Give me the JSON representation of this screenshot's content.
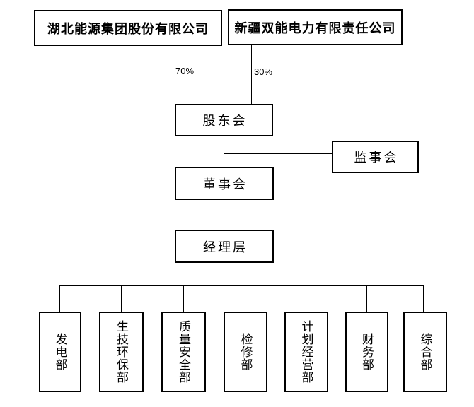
{
  "org_chart": {
    "parents": [
      {
        "name": "湖北能源集团股份有限公司",
        "ownership": "70%"
      },
      {
        "name": "新疆双能电力有限责任公司",
        "ownership": "30%"
      }
    ],
    "governance": {
      "shareholders_meeting": "股东会",
      "supervisory_board": "监事会",
      "board_of_directors": "董事会",
      "management_layer": "经理层"
    },
    "departments": [
      "发电部",
      "生技环保部",
      "质量安全部",
      "检修部",
      "计划经营部",
      "财务部",
      "综合部"
    ]
  }
}
